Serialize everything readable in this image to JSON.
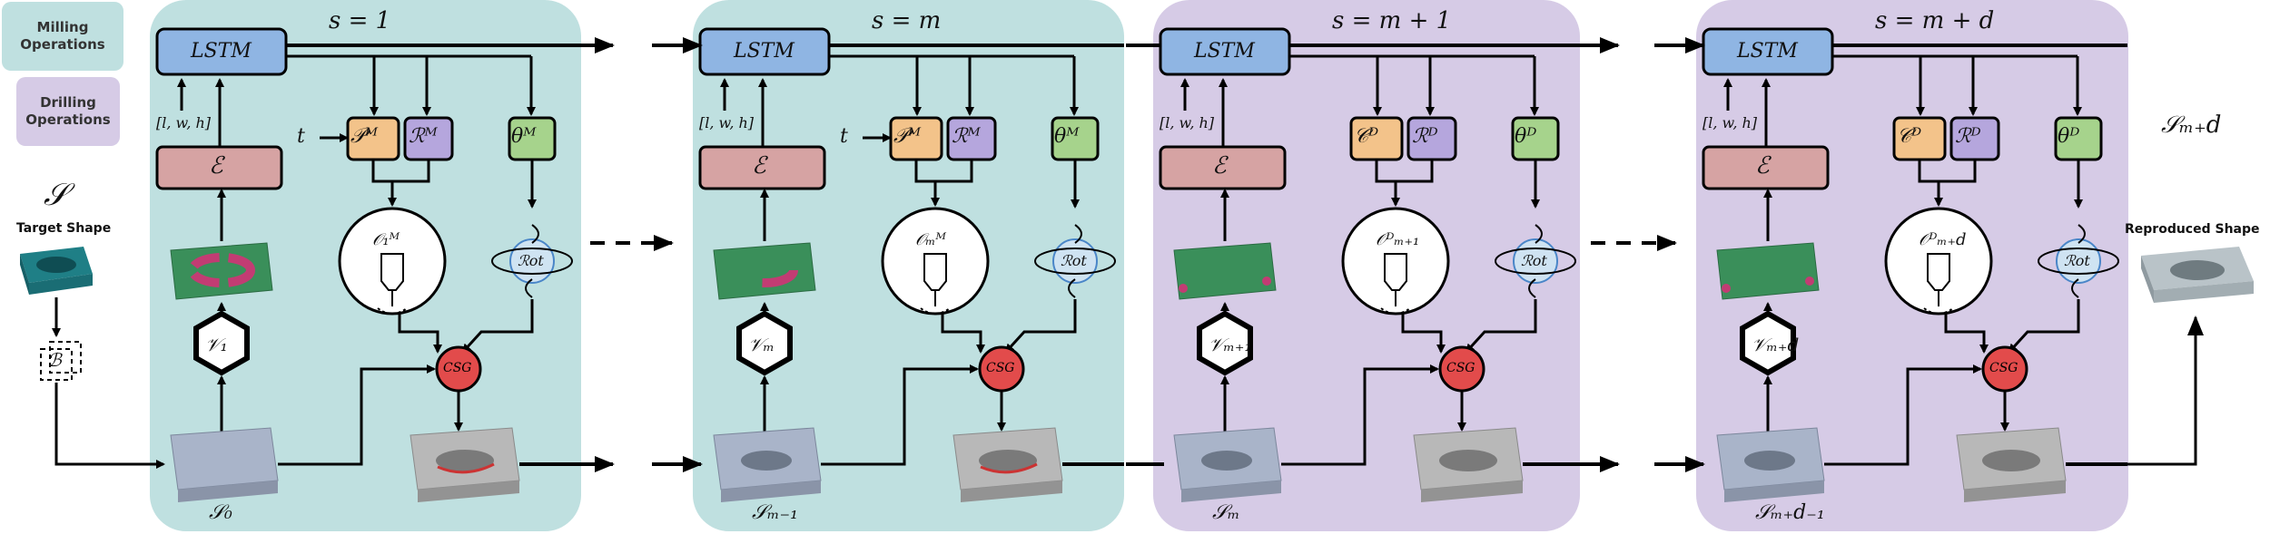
{
  "legend": {
    "milling": "Milling\nOperations",
    "drilling": "Drilling\nOperations"
  },
  "colors": {
    "milling": "#bfe0e0",
    "drilling": "#d6cbe6",
    "lstm": "#8fb5e3",
    "encoder": "#d6a3a3",
    "csg": "#e24b4b",
    "pos": "#f3c38a",
    "rad": "#b5a6dd",
    "theta": "#a6d38c"
  },
  "input": {
    "symbol": "𝒮",
    "label": "Target Shape",
    "bbox_symbol": "ℬ"
  },
  "output": {
    "symbol": "𝒮ₘ₊d",
    "label": "Reproduced Shape"
  },
  "stages": [
    {
      "title": "s = 1",
      "lstm": "LSTM",
      "enc": "ℰ",
      "dims": "[l, w, h]",
      "t": "t",
      "pos": "𝒫ᴹ",
      "rad": "ℛᴹ",
      "theta": "θᴹ",
      "tool": "𝒪₁ᴹ",
      "rot": "ℛot",
      "csg": "CSG",
      "v": "𝒱₁",
      "shape_in": "𝒮₀"
    },
    {
      "title": "s = m",
      "lstm": "LSTM",
      "enc": "ℰ",
      "dims": "[l, w, h]",
      "t": "t",
      "pos": "𝒫ᴹ",
      "rad": "ℛᴹ",
      "theta": "θᴹ",
      "tool": "𝒪ₘᴹ",
      "rot": "ℛot",
      "csg": "CSG",
      "v": "𝒱ₘ",
      "shape_in": "𝒮ₘ₋₁"
    },
    {
      "title": "s = m + 1",
      "lstm": "LSTM",
      "enc": "ℰ",
      "dims": "[l, w, h]",
      "pos": "𝒞ᴰ",
      "rad": "ℛᴰ",
      "theta": "θᴰ",
      "tool": "𝒪ᴰₘ₊₁",
      "rot": "ℛot",
      "csg": "CSG",
      "v": "𝒱ₘ₊₁",
      "shape_in": "𝒮ₘ"
    },
    {
      "title": "s = m + d",
      "lstm": "LSTM",
      "enc": "ℰ",
      "dims": "[l, w, h]",
      "pos": "𝒞ᴰ",
      "rad": "ℛᴰ",
      "theta": "θᴰ",
      "tool": "𝒪ᴰₘ₊d",
      "rot": "ℛot",
      "csg": "CSG",
      "v": "𝒱ₘ₊d",
      "shape_in": "𝒮ₘ₊d₋₁"
    }
  ]
}
